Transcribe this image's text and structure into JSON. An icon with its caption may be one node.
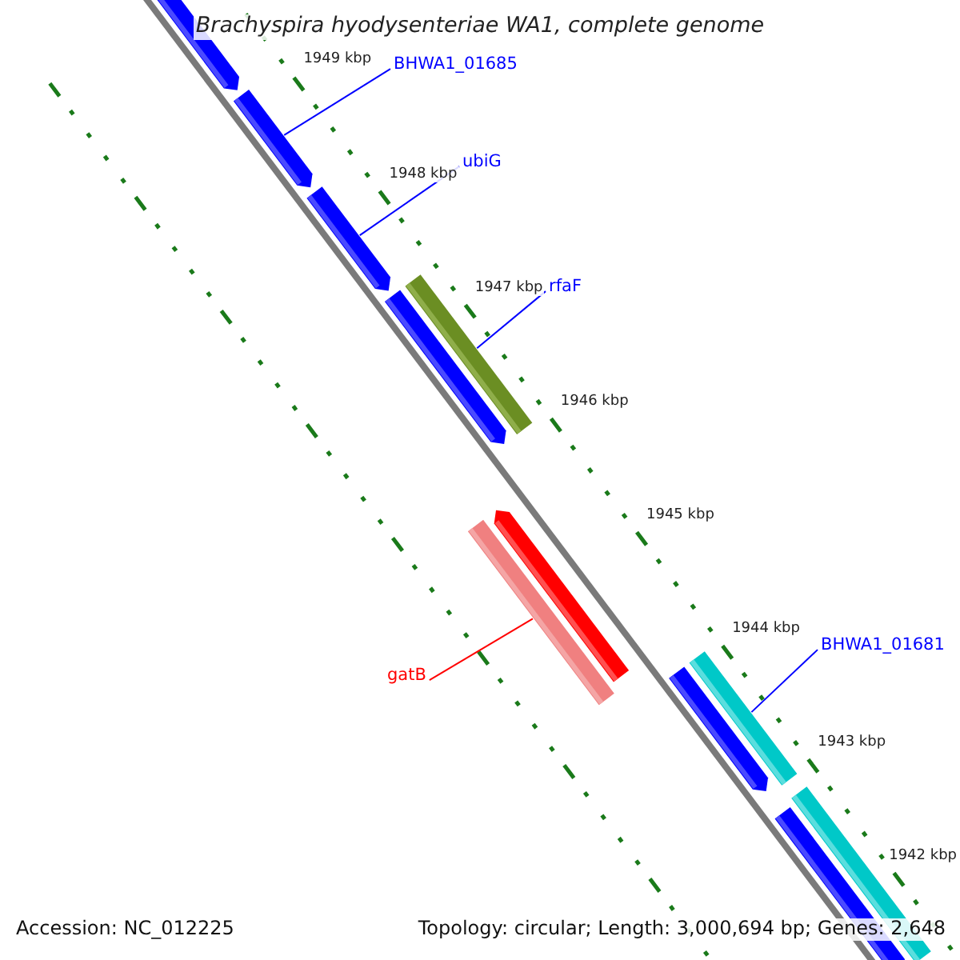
{
  "diagram": {
    "title": "Brachyspira hyodysenteriae WA1, complete genome",
    "nodes": [
      {
        "text": [],
        "shape": "bar"
      },
      {
        "text": [],
        "shape": "bar"
      },
      {
        "text": [
          "BHWA1_01685"
        ]
      },
      {
        "text": [],
        "shape": "bar"
      },
      {
        "text": [
          "ubiG"
        ]
      },
      {
        "text": [],
        "shape": "bar"
      },
      {
        "text": [],
        "shape": "bar"
      },
      {
        "text": [
          "rfaF"
        ]
      },
      {
        "text": [],
        "shape": "bar"
      },
      {
        "text": [],
        "shape": "bar"
      },
      {
        "text": [
          "gatB"
        ]
      },
      {
        "text": [],
        "shape": "bar"
      },
      {
        "text": [],
        "shape": "bar"
      },
      {
        "text": [
          "BHWA1_01681"
        ]
      },
      {
        "text": [],
        "shape": "bar"
      },
      {
        "text": [],
        "shape": "bar"
      }
    ],
    "edges": [
      {
        "from": 2,
        "to": 1,
        "arrow": "none"
      },
      {
        "from": 4,
        "to": 3,
        "arrow": "none"
      },
      {
        "from": 7,
        "to": 5,
        "arrow": "none"
      },
      {
        "from": 10,
        "to": 8,
        "arrow": "none",
        "color": "#ff0000"
      },
      {
        "from": 13,
        "to": 11,
        "arrow": "none"
      }
    ],
    "labels": [
      "1949 kbp",
      "1948 kbp",
      "1947 kbp",
      "1946 kbp",
      "1945 kbp",
      "1944 kbp",
      "1943 kbp",
      "1942 kbp",
      "Accession: NC_012225",
      "Topology: circular; Length: 3,000,694 bp; Genes: 2,648"
    ]
  }
}
